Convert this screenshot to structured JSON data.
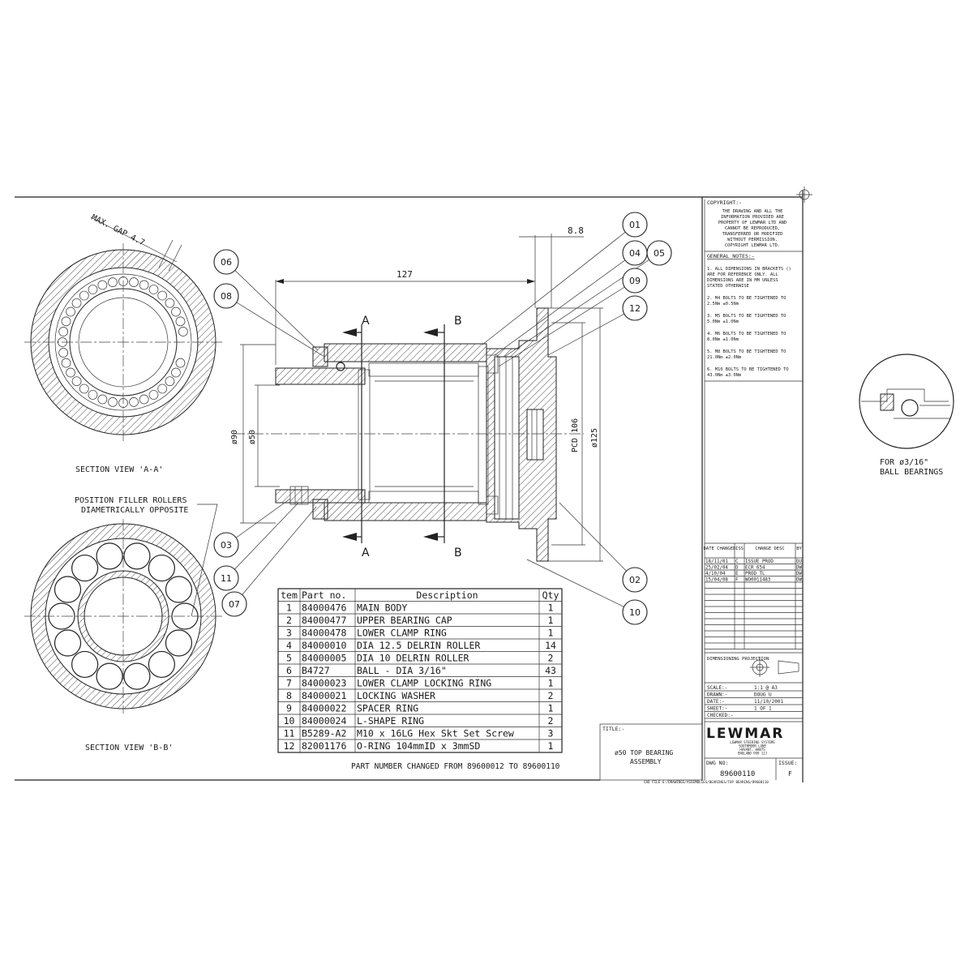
{
  "colors": {
    "ink": "#1a1a1a",
    "paper": "#ffffff"
  },
  "balloons": [
    "01",
    "04",
    "05",
    "09",
    "12",
    "06",
    "08",
    "03",
    "11",
    "07",
    "02",
    "10"
  ],
  "dimensions": {
    "max_gap": "MAX. GAP 4.7",
    "overall_length": "127",
    "flange": "8.8",
    "dia90": "ø90",
    "dia50": "ø50",
    "pcd": "PCD 106",
    "dia125": "ø125"
  },
  "section_labels": {
    "a_top": "A",
    "b_top": "B",
    "a_bottom": "A",
    "b_bottom": "B"
  },
  "views": {
    "aa_caption": "SECTION VIEW 'A-A'",
    "bb_caption": "SECTION VIEW 'B-B'",
    "filler_note_1": "POSITION FILLER ROLLERS",
    "filler_note_2": "DIAMETRICALLY OPPOSITE",
    "detail_caption_1": "FOR ø3/16\"",
    "detail_caption_2": "BALL BEARINGS"
  },
  "parts_table": {
    "headers": [
      "tem",
      "Part no.",
      "Description",
      "Qty"
    ],
    "rows": [
      [
        "1",
        "84000476",
        "MAIN BODY",
        "1"
      ],
      [
        "2",
        "84000477",
        "UPPER BEARING CAP",
        "1"
      ],
      [
        "3",
        "84000478",
        "LOWER CLAMP RING",
        "1"
      ],
      [
        "4",
        "84000010",
        "DIA 12.5 DELRIN ROLLER",
        "14"
      ],
      [
        "5",
        "84000005",
        "DIA 10 DELRIN ROLLER",
        "2"
      ],
      [
        "6",
        "B4727",
        "BALL  - DIA 3/16\"",
        "43"
      ],
      [
        "7",
        "84000023",
        "LOWER CLAMP LOCKING RING",
        "1"
      ],
      [
        "8",
        "84000021",
        "LOCKING WASHER",
        "2"
      ],
      [
        "9",
        "84000022",
        "SPACER RING",
        "1"
      ],
      [
        "10",
        "84000024",
        "L-SHAPE RING",
        "2"
      ],
      [
        "11",
        "B5289-A2",
        "M10 x 16LG Hex Skt Set Screw",
        "3"
      ],
      [
        "12",
        "82001176",
        "O-RING 104mmID x 3mmSD",
        "1"
      ]
    ],
    "footnote": "PART NUMBER CHANGED FROM 89600012 TO 89600110"
  },
  "title_block": {
    "copyright_head": "COPYRIGHT:-",
    "copyright_lines": [
      "THE DRAWING AND ALL THE",
      "INFORMATION PROVIDED ARE",
      "PROPERTY OF LEWMAR LTD AND",
      "CANNOT BE REPRODUCED,",
      "TRANSFERRED OR MODIFIED",
      "WITHOUT PERMISSION.",
      "COPYRIGHT LEWMAR LTD."
    ],
    "notes_head": "GENERAL NOTES:-",
    "notes": [
      [
        "1. ALL DIMENSIONS IN BRACKETS ()",
        "ARE FOR REFERENCE ONLY. ALL",
        "DIMENSIONS ARE IN MM UNLESS",
        "STATED OTHERWISE"
      ],
      [
        "2. M4 BOLTS TO BE TIGHTENED TO",
        "2.5Nm ±0.5Nm"
      ],
      [
        "3. M5 BOLTS TO BE TIGHTENED TO",
        "5.0Nm ±1.0Nm"
      ],
      [
        "4. M6 BOLTS TO BE TIGHTENED TO",
        "8.0Nm ±1.0Nm"
      ],
      [
        "5. M8 BOLTS TO BE TIGHTENED TO",
        "21.0Nm ±2.0Nm"
      ],
      [
        "6. M10 BOLTS TO BE TIGHTENED TO",
        "43.0Nm ±3.0Nm"
      ]
    ],
    "rev_headers": [
      "DATE CHANGED",
      "ISS",
      "CHANGE DESC",
      "BY"
    ],
    "revisions": [
      [
        "18/11/01",
        "C",
        "ISSUE PROD",
        "DU"
      ],
      [
        "25/02/04",
        "D",
        "ECR 654",
        "DW"
      ],
      [
        "4/10/04",
        "E",
        "PROD TL",
        "DW"
      ],
      [
        "15/04/08",
        "F",
        "WO0011483",
        "DW"
      ]
    ],
    "projection_label": "DIMENSIONING PROJECTION",
    "scale_label": "SCALE:-",
    "scale_value": "1:1 @ A3",
    "drawn_label": "DRAWN:-",
    "drawn_value": "DOUG U",
    "date_label": "DATE:-",
    "date_value": "11/10/2001",
    "sheet_label": "SHEET:-",
    "sheet_value": "1 OF 1",
    "checked_label": "CHECKED:-",
    "title_label": "TITLE:-",
    "title_line1": "ø50 TOP BEARING",
    "title_line2": "ASSEMBLY",
    "brand": "LEWMAR",
    "brand_address": [
      "LEWMAR STEERING SYSTEMS",
      "SOUTHMOOR LANE",
      "HAVANT, HANTS",
      "ENGLAND PO9 1JJ"
    ],
    "dwg_label": "DWG NO:",
    "dwg_no": "89600110",
    "issue_label": "ISSUE:",
    "issue": "F",
    "cad_file": "CAD FILE  G:/DRAWINGS/ASSEMBLIES/BEARINGS/TOP BEARING/89600110"
  }
}
